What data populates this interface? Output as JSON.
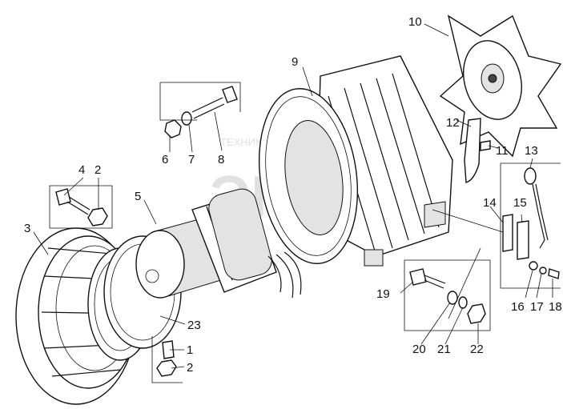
{
  "watermark": {
    "text_top": "ТЕХНИКА И ЗАПЧАСТИ",
    "text_logo": "ЭПФ"
  },
  "callouts": [
    {
      "id": "c1",
      "text": "1"
    },
    {
      "id": "c2a",
      "text": "2"
    },
    {
      "id": "c2b",
      "text": "2"
    },
    {
      "id": "c3",
      "text": "3"
    },
    {
      "id": "c4",
      "text": "4"
    },
    {
      "id": "c5",
      "text": "5"
    },
    {
      "id": "c6",
      "text": "6"
    },
    {
      "id": "c7",
      "text": "7"
    },
    {
      "id": "c8",
      "text": "8"
    },
    {
      "id": "c9",
      "text": "9"
    },
    {
      "id": "c10",
      "text": "10"
    },
    {
      "id": "c11",
      "text": "11"
    },
    {
      "id": "c12",
      "text": "12"
    },
    {
      "id": "c13",
      "text": "13"
    },
    {
      "id": "c14",
      "text": "14"
    },
    {
      "id": "c15",
      "text": "15"
    },
    {
      "id": "c16",
      "text": "16"
    },
    {
      "id": "c17",
      "text": "17"
    },
    {
      "id": "c18",
      "text": "18"
    },
    {
      "id": "c19",
      "text": "19"
    },
    {
      "id": "c20",
      "text": "20"
    },
    {
      "id": "c21",
      "text": "21"
    },
    {
      "id": "c22",
      "text": "22"
    },
    {
      "id": "c23",
      "text": "23"
    }
  ]
}
